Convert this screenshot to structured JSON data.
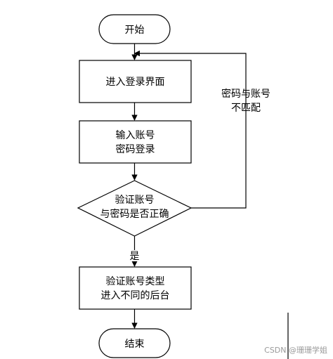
{
  "nodes": {
    "start": {
      "text": "开始"
    },
    "enter_login": {
      "text": "进入登录界面"
    },
    "input_credentials": {
      "line1": "输入账号",
      "line2": "密码登录"
    },
    "verify": {
      "line1": "验证账号",
      "line2": "与密码是否正确"
    },
    "check_type": {
      "line1": "验证账号类型",
      "line2": "进入不同的后台"
    },
    "end": {
      "text": "结束"
    }
  },
  "edges": {
    "mismatch": {
      "line1": "密码与账号",
      "line2": "不匹配"
    },
    "yes": {
      "text": "是"
    }
  },
  "watermark": {
    "text": "CSDN @珊珊学姐"
  },
  "colors": {
    "stroke": "#000000",
    "background": "#ffffff",
    "watermark": "#9a9a9a"
  }
}
